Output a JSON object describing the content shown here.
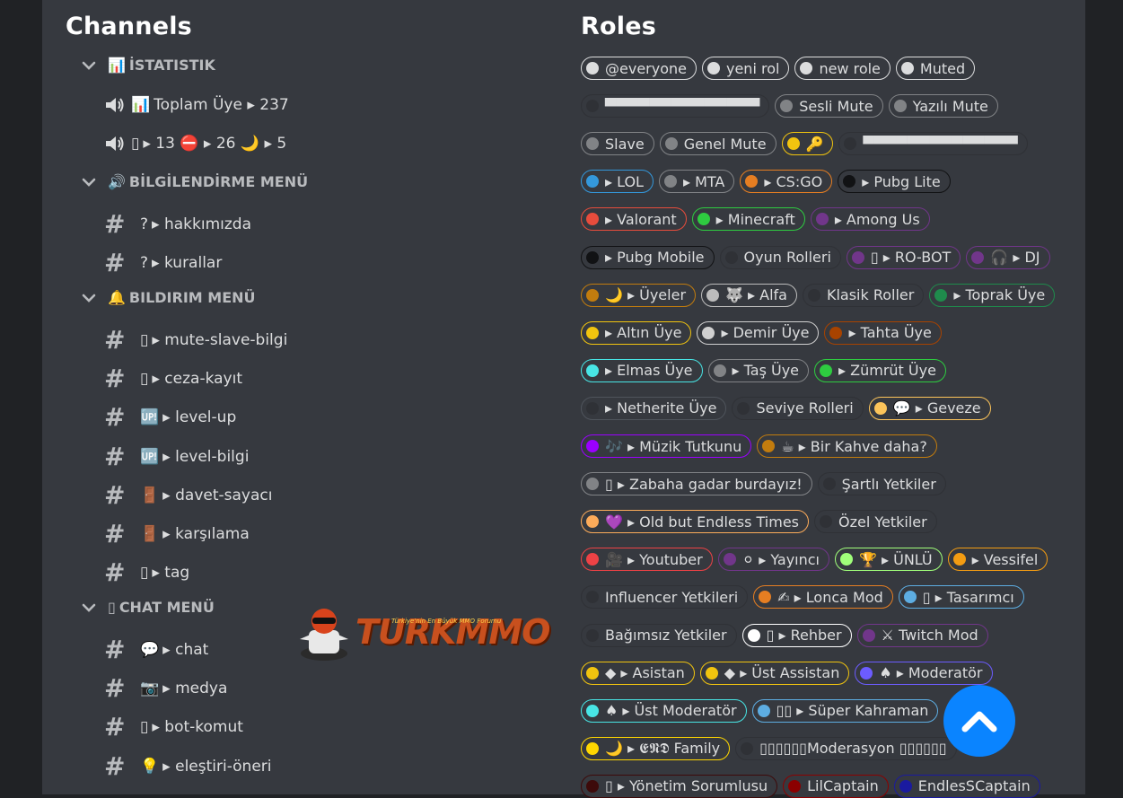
{
  "channels": {
    "title": "Channels",
    "categories": [
      {
        "emoji": "📊",
        "label": "İSTATISTIK"
      },
      {
        "emoji": "🔊",
        "label": "BİLGİLENDİRME MENÜ"
      },
      {
        "emoji": "🔔",
        "label": "BILDIRIM MENÜ"
      },
      {
        "emoji": "▯",
        "label": "CHAT MENÜ"
      }
    ],
    "items": [
      {
        "type": "voice",
        "emoji": "📊",
        "label": "Toplam Üye ▸ 237"
      },
      {
        "type": "voice",
        "emoji": "▯",
        "label": "▸ 13 ⛔ ▸ 26 🌙 ▸ 5"
      },
      {
        "type": "text",
        "emoji": "?",
        "label": "▸ hakkımızda"
      },
      {
        "type": "text",
        "emoji": "?",
        "label": "▸ kurallar"
      },
      {
        "type": "text",
        "emoji": "▯",
        "label": "▸ mute-slave-bilgi"
      },
      {
        "type": "text",
        "emoji": "▯",
        "label": "▸ ceza-kayıt"
      },
      {
        "type": "text",
        "emoji": "🆙",
        "label": "▸ level-up"
      },
      {
        "type": "text",
        "emoji": "🆙",
        "label": "▸ level-bilgi"
      },
      {
        "type": "text",
        "emoji": "🚪",
        "label": "▸ davet-sayacı"
      },
      {
        "type": "text",
        "emoji": "🚪",
        "label": "▸ karşılama"
      },
      {
        "type": "text",
        "emoji": "▯",
        "label": "▸ tag"
      },
      {
        "type": "text",
        "emoji": "💬",
        "label": "▸ chat"
      },
      {
        "type": "text",
        "emoji": "📷",
        "label": "▸ medya"
      },
      {
        "type": "text",
        "emoji": "▯",
        "label": "▸ bot-komut"
      },
      {
        "type": "text",
        "emoji": "💡",
        "label": "▸ eleştiri-öneri"
      }
    ]
  },
  "logo": {
    "text": "TURKMMO",
    "tagline": "Türkiye'nin En Büyük MMO Forumu"
  },
  "roles": {
    "title": "Roles",
    "rows": [
      [
        {
          "c": "#dcddde",
          "t": "@everyone"
        },
        {
          "c": "#dcddde",
          "t": "yeni rol"
        },
        {
          "c": "#dcddde",
          "t": "new role"
        },
        {
          "c": "#dcddde",
          "t": "Muted"
        }
      ],
      [
        {
          "c": "#2f3136",
          "t": "▀▀▀▀▀▀▀▀▀▀▀▀▀▀",
          "nb": true
        },
        {
          "c": "#818386",
          "t": "Sesli Mute"
        },
        {
          "c": "#818386",
          "t": "Yazılı Mute"
        }
      ],
      [
        {
          "c": "#818386",
          "t": "Slave"
        },
        {
          "c": "#818386",
          "t": "Genel Mute"
        },
        {
          "c": "#f1c40f",
          "t": "🔑"
        },
        {
          "c": "#2f3136",
          "t": "▀▀▀▀▀▀▀▀▀▀▀▀▀▀",
          "nb": true
        }
      ],
      [
        {
          "c": "#3498db",
          "t": "▸ LOL"
        },
        {
          "c": "#818386",
          "t": "▸ MTA"
        },
        {
          "c": "#e67e22",
          "t": "▸ CS:GO"
        },
        {
          "c": "#111214",
          "t": "▸ Pubg Lite"
        }
      ],
      [
        {
          "c": "#e74c3c",
          "t": "▸ Valorant"
        },
        {
          "c": "#2ecc40",
          "t": "▸ Minecraft"
        },
        {
          "c": "#71368a",
          "t": "▸ Among Us"
        }
      ],
      [
        {
          "c": "#111214",
          "t": "▸ Pubg Mobile"
        },
        {
          "c": "#2f3136",
          "t": "Oyun Rolleri",
          "nb": true
        },
        {
          "c": "#71368a",
          "t": "▯ ▸ RO-BOT"
        },
        {
          "c": "#71368a",
          "t": "🎧 ▸ DJ"
        }
      ],
      [
        {
          "c": "#c27c0e",
          "t": "🌙 ▸ Üyeler"
        },
        {
          "c": "#bcbcbc",
          "t": "🐺 ▸ Alfa"
        },
        {
          "c": "#2f3136",
          "t": "Klasik Roller",
          "nb": true
        },
        {
          "c": "#1f8b4c",
          "t": "▸ Toprak Üye"
        }
      ],
      [
        {
          "c": "#f1c40f",
          "t": "▸ Altın Üye"
        },
        {
          "c": "#d0d0d0",
          "t": "▸ Demir Üye"
        },
        {
          "c": "#a84300",
          "t": "▸ Tahta Üye"
        }
      ],
      [
        {
          "c": "#48e5e5",
          "t": "▸ Elmas Üye"
        },
        {
          "c": "#818386",
          "t": "▸ Taş Üye"
        },
        {
          "c": "#2ecc40",
          "t": "▸ Zümrüt Üye"
        }
      ],
      [
        {
          "c": "#2f3136",
          "t": "▸ Netherite Üye"
        },
        {
          "c": "#2f3136",
          "t": "Seviye Rolleri",
          "nb": true
        },
        {
          "c": "#fcc45a",
          "t": "💬 ▸ Geveze"
        }
      ],
      [
        {
          "c": "#9b00ff",
          "t": "🎶 ▸ Müzik Tutkunu"
        },
        {
          "c": "#c27c0e",
          "t": "☕ ▸ Bir Kahve daha?"
        }
      ],
      [
        {
          "c": "#818386",
          "t": "▯ ▸ Zabaha gadar burdayız!"
        },
        {
          "c": "#2f3136",
          "t": "Şartlı Yetkiler",
          "nb": true
        }
      ],
      [
        {
          "c": "#fcab5a",
          "t": "💜 ▸ Old but Endless Times"
        },
        {
          "c": "#2f3136",
          "t": "Özel Yetkiler",
          "nb": true
        }
      ],
      [
        {
          "c": "#ed4245",
          "t": "🎥 ▸ Youtuber"
        },
        {
          "c": "#71368a",
          "t": "⚪ ▸ Yayıncı"
        },
        {
          "c": "#a0ff7a",
          "t": "🏆 ▸ ÜNLÜ"
        },
        {
          "c": "#f39c12",
          "t": "▸ Vessifel"
        }
      ],
      [
        {
          "c": "#2f3136",
          "t": "Influencer Yetkileri",
          "nb": true
        },
        {
          "c": "#e67e22",
          "t": "✍ ▸ Lonca Mod"
        },
        {
          "c": "#5dade2",
          "t": "▯ ▸ Tasarımcı"
        }
      ],
      [
        {
          "c": "#2f3136",
          "t": "Bağımsız Yetkiler",
          "nb": true
        },
        {
          "c": "#ffffff",
          "t": "▯ ▸ Rehber"
        },
        {
          "c": "#71368a",
          "t": "⚔ Twitch Mod"
        }
      ],
      [
        {
          "c": "#f1c40f",
          "t": "◆ ▸ Asistan"
        },
        {
          "c": "#f1c40f",
          "t": "◆ ▸ Üst Assistan"
        },
        {
          "c": "#6c5cff",
          "t": "♠ ▸ Moderatör"
        }
      ],
      [
        {
          "c": "#48e5e5",
          "t": "♠ ▸ Üst Moderatör"
        },
        {
          "c": "#5dade2",
          "t": "▯▯ ▸ Süper Kahraman"
        }
      ],
      [
        {
          "c": "#ffd700",
          "t": "🌙 ▸ 𝕰𝕹𝕯 Family"
        },
        {
          "c": "#2f3136",
          "t": "▯▯▯▯▯▯Moderasyon ▯▯▯▯▯▯",
          "nb": true
        }
      ],
      [
        {
          "c": "#3d0a0a",
          "t": "▯ ▸ Yönetim Sorumlusu"
        },
        {
          "c": "#8b0000",
          "t": "LilCaptain"
        },
        {
          "c": "#1a1aa0",
          "t": "EndlesSCaptain"
        }
      ]
    ]
  }
}
